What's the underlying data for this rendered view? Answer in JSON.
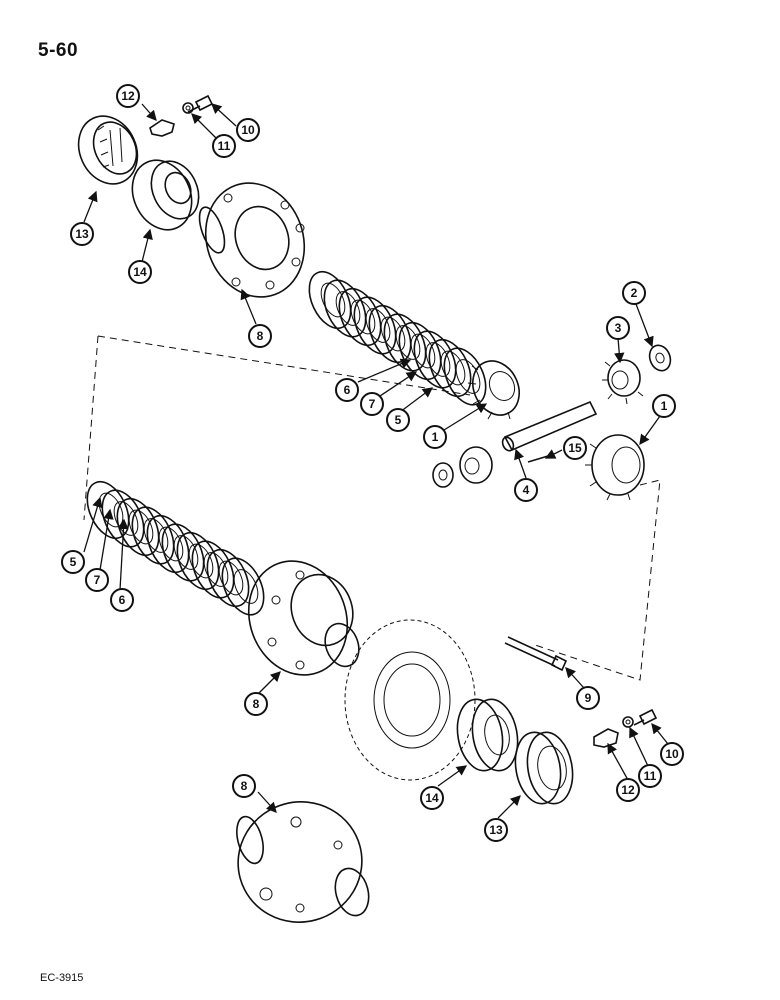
{
  "header": {
    "page_number": "5-60"
  },
  "footer": {
    "reference_code": "EC-3915"
  },
  "callouts": [
    {
      "label": "12"
    },
    {
      "label": "11"
    },
    {
      "label": "10"
    },
    {
      "label": "13"
    },
    {
      "label": "14"
    },
    {
      "label": "8"
    },
    {
      "label": "2"
    },
    {
      "label": "3"
    },
    {
      "label": "6"
    },
    {
      "label": "7"
    },
    {
      "label": "5"
    },
    {
      "label": "1"
    },
    {
      "label": "1"
    },
    {
      "label": "15"
    },
    {
      "label": "4"
    },
    {
      "label": "5"
    },
    {
      "label": "7"
    },
    {
      "label": "6"
    },
    {
      "label": "8"
    },
    {
      "label": "9"
    },
    {
      "label": "14"
    },
    {
      "label": "12"
    },
    {
      "label": "11"
    },
    {
      "label": "10"
    },
    {
      "label": "13"
    },
    {
      "label": "8"
    }
  ]
}
